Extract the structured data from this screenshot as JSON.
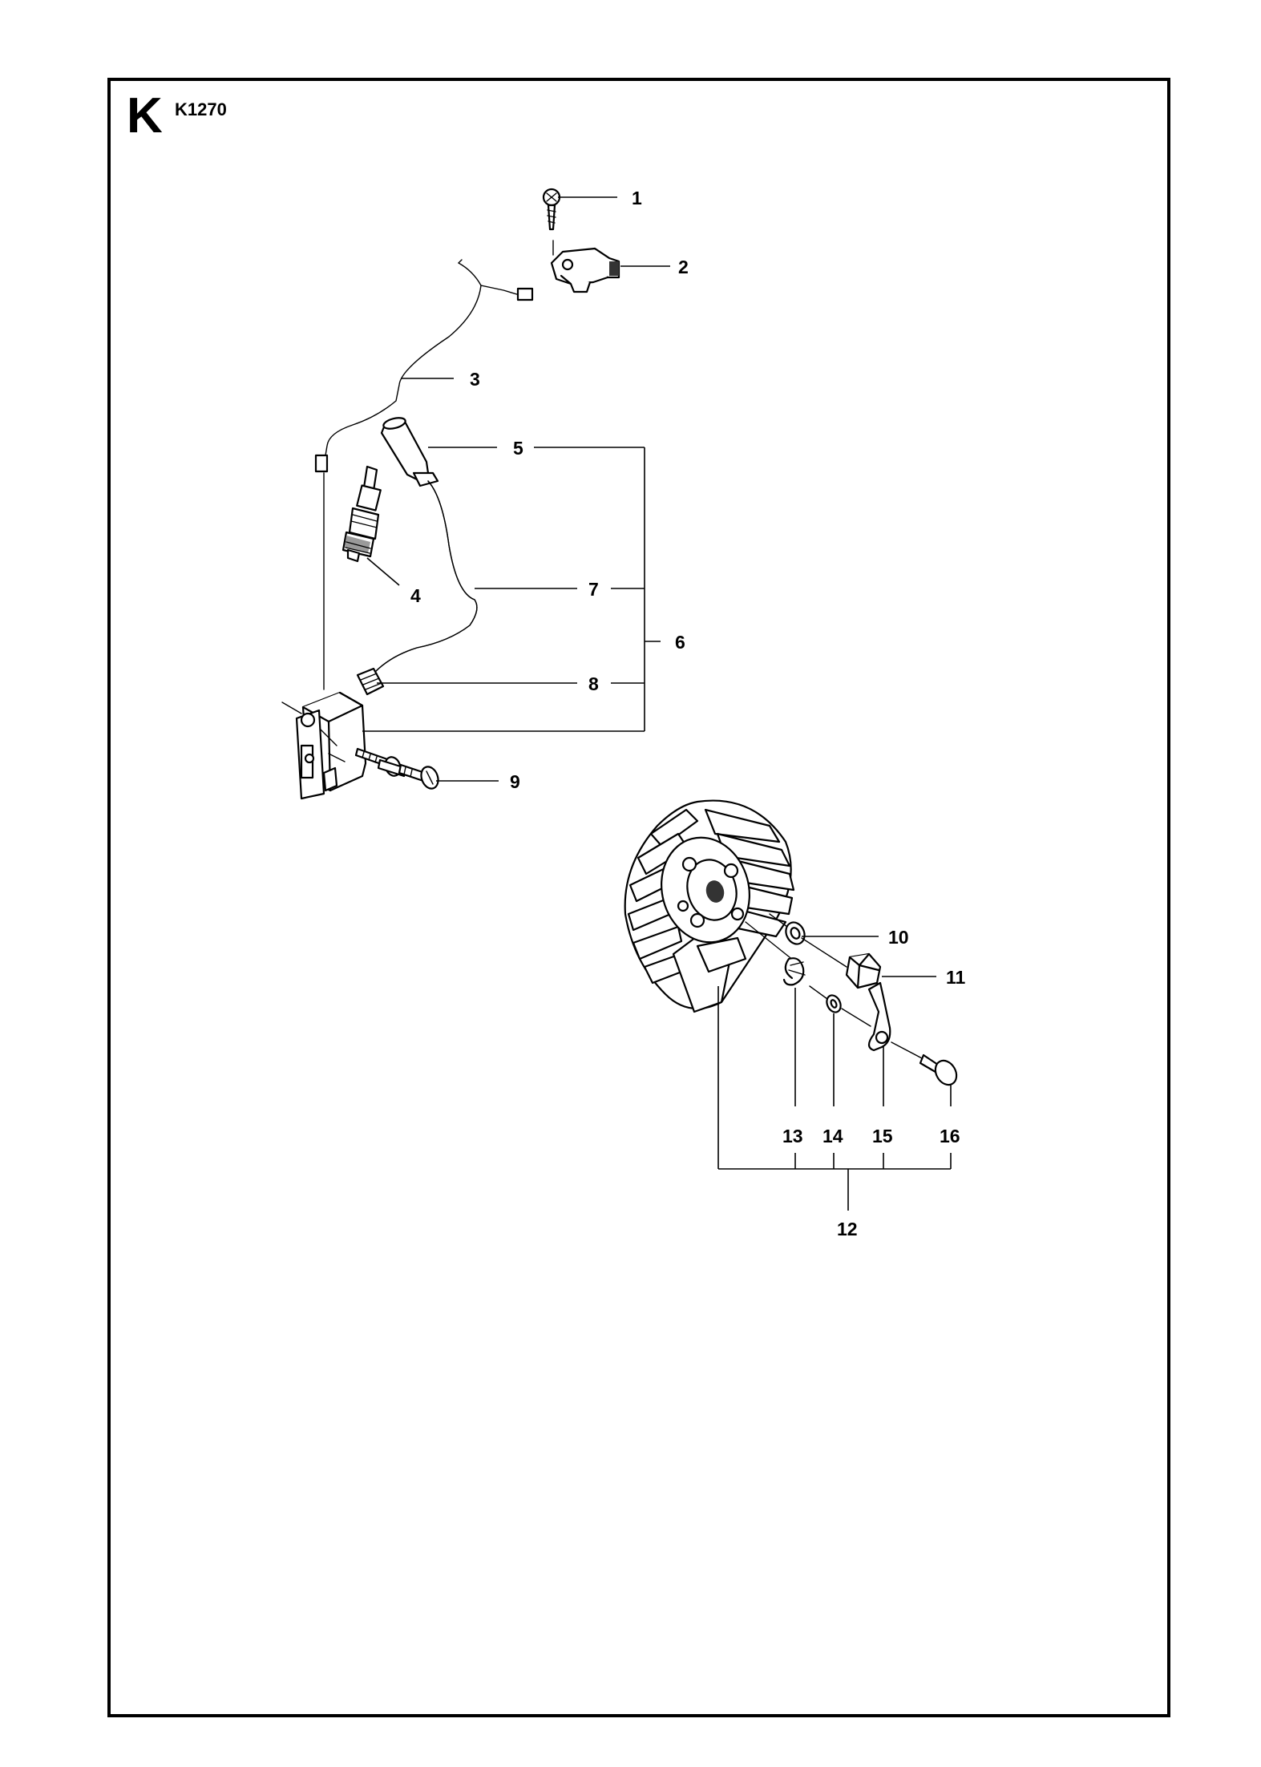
{
  "section": {
    "letter": "K",
    "code": "K1270"
  },
  "callouts": [
    {
      "id": "1",
      "text": "1"
    },
    {
      "id": "2",
      "text": "2"
    },
    {
      "id": "3",
      "text": "3"
    },
    {
      "id": "4",
      "text": "4"
    },
    {
      "id": "5",
      "text": "5"
    },
    {
      "id": "6",
      "text": "6"
    },
    {
      "id": "7",
      "text": "7"
    },
    {
      "id": "8",
      "text": "8"
    },
    {
      "id": "9",
      "text": "9"
    },
    {
      "id": "10",
      "text": "10"
    },
    {
      "id": "11",
      "text": "11"
    },
    {
      "id": "12",
      "text": "12"
    },
    {
      "id": "13",
      "text": "13"
    },
    {
      "id": "14",
      "text": "14"
    },
    {
      "id": "15",
      "text": "15"
    },
    {
      "id": "16",
      "text": "16"
    }
  ],
  "icons": [
    "screw-icon",
    "switch-icon",
    "wire-icon",
    "spark-plug-icon",
    "plug-cap-icon",
    "ignition-lead-icon",
    "ignition-module-icon",
    "flywheel-icon",
    "washer-icon",
    "nut-icon",
    "spring-icon",
    "pawl-icon",
    "pin-icon"
  ]
}
